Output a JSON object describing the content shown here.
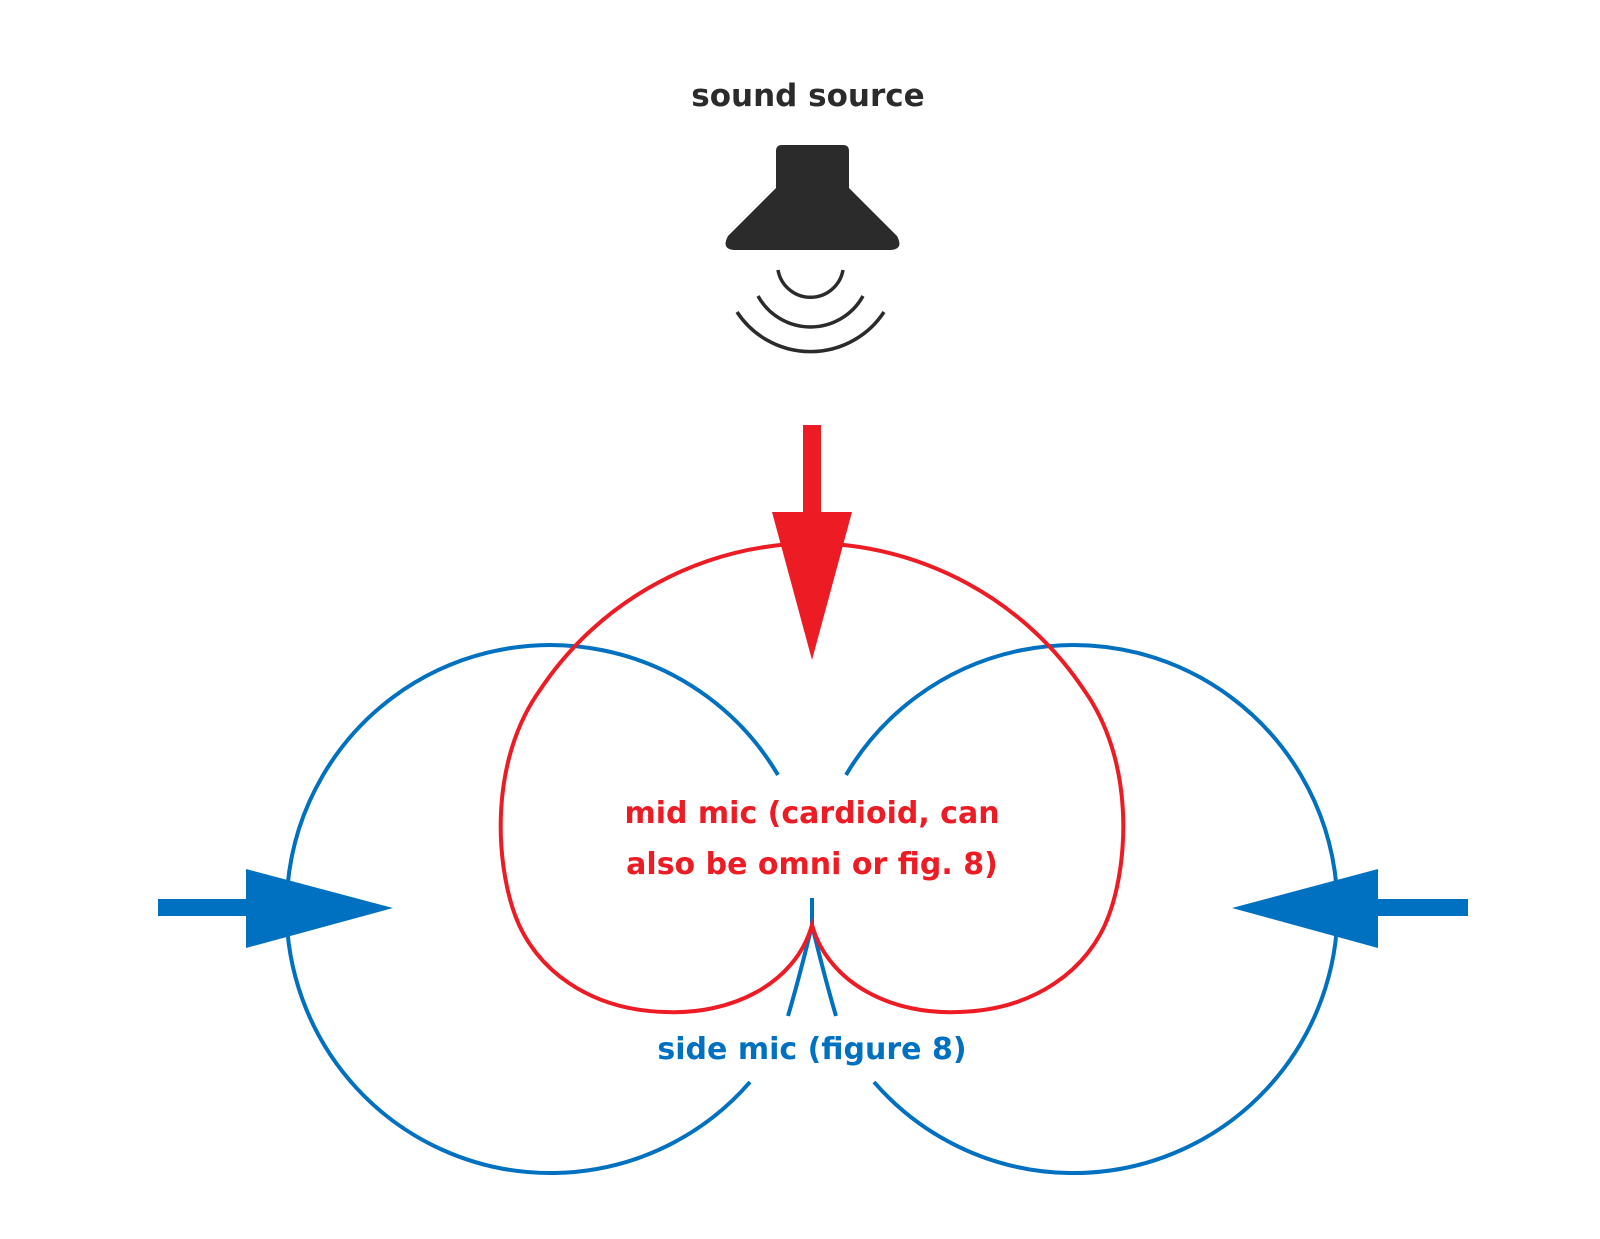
{
  "labels": {
    "sound_source": "sound source",
    "mid_mic_line1": "mid mic (cardioid, can",
    "mid_mic_line2": "also be omni or fig. 8)",
    "side_mic": "side mic (figure 8)"
  },
  "colors": {
    "mid": "#ed1c24",
    "side": "#0070c0",
    "speaker": "#2b2b2b"
  }
}
